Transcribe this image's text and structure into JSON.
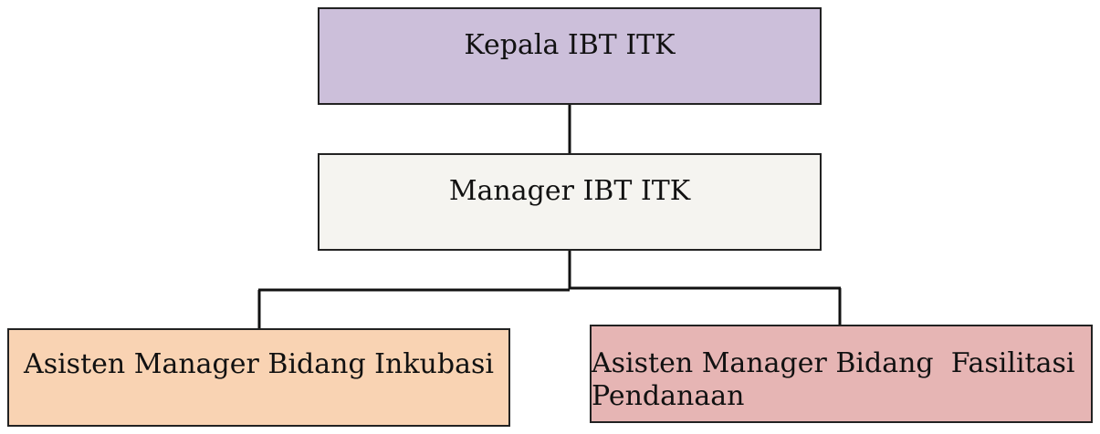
{
  "org_chart": {
    "kepala": {
      "label": "Kepala IBT ITK",
      "fill": "#ccbfda"
    },
    "manager": {
      "label": "Manager IBT ITK",
      "fill": "#f5f4f0"
    },
    "asisten_inkubasi": {
      "label": "Asisten Manager Bidang Inkubasi",
      "fill": "#f9d3b3"
    },
    "asisten_fasilitasi": {
      "line1": "Asisten Manager Bidang  Fasilitasi",
      "line2": "Pendanaan",
      "fill": "#e6b5b4"
    }
  }
}
